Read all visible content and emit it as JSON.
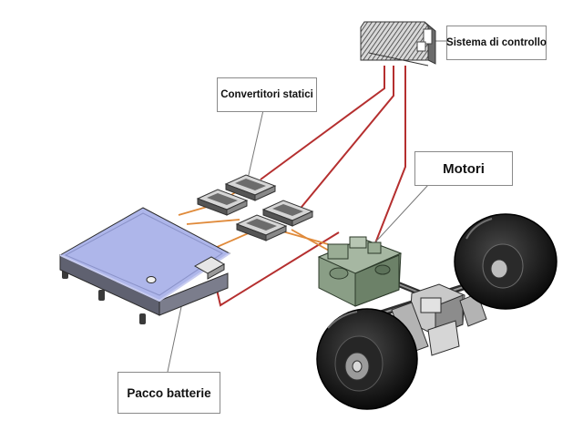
{
  "labels": {
    "control_system": "Sistema di controllo",
    "static_converters": "Convertitori statici",
    "motors": "Motori",
    "battery_pack": "Pacco batterie"
  },
  "colors": {
    "control_wire": "#b52f2f",
    "power_wire": "#e08a3a",
    "battery_top": "#aeb6ea",
    "motor_green": "#8a9e86",
    "tire": "#1a1a1a"
  }
}
